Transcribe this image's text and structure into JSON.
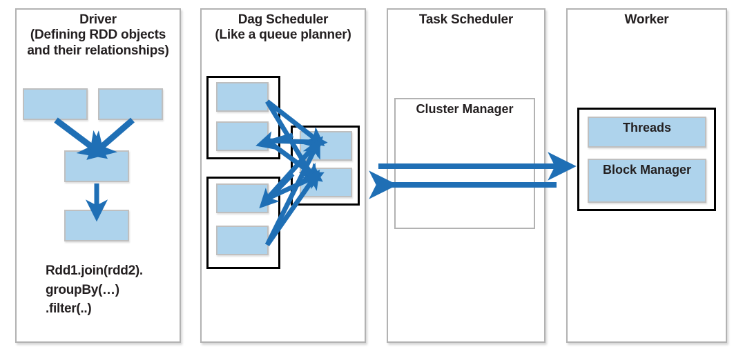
{
  "diagram": {
    "title": "Spark Driver / DAG Scheduler / Task Scheduler / Worker architecture",
    "accent_blue": "#1f6fb5",
    "block_fill": "#aed3ec",
    "block_stroke": "#bfbfbf",
    "panel_stroke": "#b2b2b2",
    "stage_stroke": "#000000",
    "text_color": "#231f20"
  },
  "panels": [
    {
      "id": "driver",
      "title": "Driver\n(Defining RDD objects\nand their relationships)",
      "code_lines": "Rdd1.join(rdd2).\ngroupBy(…)\n.filter(..)"
    },
    {
      "id": "dag-scheduler",
      "title": "Dag Scheduler\n(Like a queue planner)"
    },
    {
      "id": "task-scheduler",
      "title": "Task Scheduler",
      "sub_box_title": "Cluster Manager"
    },
    {
      "id": "worker",
      "title": "Worker",
      "blocks": [
        "Threads",
        "Block Manager"
      ]
    }
  ],
  "driver_blocks": [
    {
      "name": "rdd-block-top-left",
      "label": ""
    },
    {
      "name": "rdd-block-top-right",
      "label": ""
    },
    {
      "name": "rdd-block-middle",
      "label": ""
    },
    {
      "name": "rdd-block-bottom",
      "label": ""
    }
  ],
  "dag_stage_blocks": {
    "stage_a": [
      "",
      ""
    ],
    "stage_b": [
      "",
      ""
    ],
    "stage_c": [
      "",
      ""
    ]
  },
  "worker_blocks": [
    {
      "name": "threads-block",
      "label": "Threads"
    },
    {
      "name": "block-manager-block",
      "label": "Block Manager"
    }
  ],
  "arrows": [
    {
      "name": "task-scheduler-to-worker-arrow",
      "direction": "right"
    },
    {
      "name": "worker-to-task-scheduler-arrow",
      "direction": "left"
    }
  ]
}
